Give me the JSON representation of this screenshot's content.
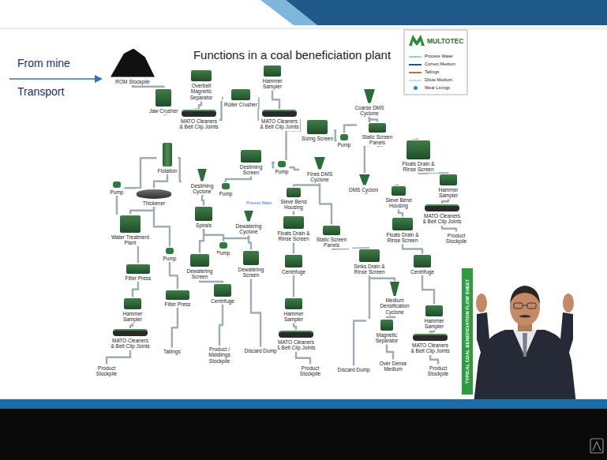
{
  "diagram": {
    "title": "Functions in a coal beneficiation plant",
    "nodes": [
      {
        "text": [
          "ROM Stockpile"
        ]
      },
      {
        "text": [
          "Jaw Crusher"
        ]
      },
      {
        "text": [
          "Overbelt Magnetic Separator"
        ]
      },
      {
        "text": [
          "MATO Cleaners & Belt Clip Joints"
        ]
      },
      {
        "text": [
          "Roller Crusher"
        ]
      },
      {
        "text": [
          "Hammer Sampler"
        ]
      },
      {
        "text": [
          "MATO Cleaners & Belt Clip Joints"
        ]
      },
      {
        "text": [
          "Sizing Screen"
        ]
      },
      {
        "text": [
          "Pump"
        ]
      },
      {
        "text": [
          "Coarse DMS Cyclone"
        ]
      },
      {
        "text": [
          "Static Screen Panels"
        ]
      },
      {
        "text": [
          "Floats Drain & Rinse Screen"
        ]
      },
      {
        "text": [
          "Hammer Sampler"
        ]
      },
      {
        "text": [
          "MATO Cleaners & Belt Clip Joints"
        ]
      },
      {
        "text": [
          "Product Stockpile"
        ]
      },
      {
        "text": [
          "Flotation"
        ]
      },
      {
        "text": [
          "Desliming Screen"
        ]
      },
      {
        "text": [
          "Desliming Cyclone"
        ]
      },
      {
        "text": [
          "Pump"
        ]
      },
      {
        "text": [
          "Pump"
        ]
      },
      {
        "text": [
          "Fines DMS Cyclone"
        ]
      },
      {
        "text": [
          "DMS Cyclone"
        ]
      },
      {
        "text": [
          "Pump"
        ]
      },
      {
        "text": [
          "Thickener"
        ]
      },
      {
        "text": [
          "Spirals"
        ]
      },
      {
        "text": [
          "Dewatering Cyclone"
        ]
      },
      {
        "text": [
          "Sieve Bend Housing"
        ]
      },
      {
        "text": [
          "Floats Drain & Rinse Screen"
        ]
      },
      {
        "text": [
          "Sieve Bend Housing"
        ]
      },
      {
        "text": [
          "Floats Drain & Rinse Screen"
        ]
      },
      {
        "text": [
          "Static Screen Panels"
        ]
      },
      {
        "text": [
          "Sinks Drain & Rinse Screen"
        ]
      },
      {
        "text": [
          "Water Treatment Plant"
        ]
      },
      {
        "text": [
          "Pump"
        ]
      },
      {
        "text": [
          "Pump"
        ]
      },
      {
        "text": [
          "Dewatering Screen"
        ]
      },
      {
        "text": [
          "Filter Press"
        ]
      },
      {
        "text": [
          "Dewatering Screen"
        ]
      },
      {
        "text": [
          "Centrifuge"
        ]
      },
      {
        "text": [
          "Centrifuge"
        ]
      },
      {
        "text": [
          "Medium Densification Cyclone"
        ]
      },
      {
        "text": [
          "Centrifuge"
        ]
      },
      {
        "text": [
          "Filter Press"
        ]
      },
      {
        "text": [
          "Hammer Sampler"
        ]
      },
      {
        "text": [
          "Hammer Sampler"
        ]
      },
      {
        "text": [
          "Hammer Sampler"
        ]
      },
      {
        "text": [
          "Magnetic Separator"
        ]
      },
      {
        "text": [
          "MATO Cleaners & Belt Clip Joints"
        ]
      },
      {
        "text": [
          "MATO Cleaners & Belt Clip Joints"
        ]
      },
      {
        "text": [
          "MATO Cleaners & Belt Clip Joints"
        ]
      },
      {
        "text": [
          "Product Stockpile"
        ]
      },
      {
        "text": [
          "Tailings"
        ]
      },
      {
        "text": [
          "Product / Middlings Stockpile"
        ]
      },
      {
        "text": [
          "Discard Dump"
        ]
      },
      {
        "text": [
          "Product Stockpile"
        ]
      },
      {
        "text": [
          "Discard Dump"
        ]
      },
      {
        "text": [
          "Over Dense Medium"
        ]
      },
      {
        "text": [
          "Product Stockpile"
        ]
      }
    ],
    "edges": [
      {
        "from": 0,
        "to": 1,
        "arrow": "none"
      },
      {
        "from": 1,
        "to": 3,
        "arrow": "none"
      },
      {
        "from": 2,
        "to": 3,
        "arrow": "none"
      },
      {
        "from": 3,
        "to": 4,
        "arrow": "none"
      },
      {
        "from": 4,
        "to": 6,
        "arrow": "none"
      },
      {
        "from": 5,
        "to": 6,
        "arrow": "none"
      },
      {
        "from": 6,
        "to": 7,
        "arrow": "none"
      },
      {
        "from": 7,
        "to": 8,
        "arrow": "none"
      },
      {
        "from": 8,
        "to": 9,
        "arrow": "none"
      },
      {
        "from": 9,
        "to": 10,
        "arrow": "none"
      },
      {
        "from": 10,
        "to": 11,
        "arrow": "none"
      },
      {
        "from": 11,
        "to": 12,
        "arrow": "none"
      },
      {
        "from": 12,
        "to": 13,
        "arrow": "none"
      },
      {
        "from": 13,
        "to": 14,
        "arrow": "none"
      },
      {
        "from": 7,
        "to": 16,
        "arrow": "none"
      },
      {
        "from": 16,
        "to": 19,
        "arrow": "none"
      },
      {
        "from": 19,
        "to": 20,
        "arrow": "none"
      },
      {
        "from": 16,
        "to": 18,
        "arrow": "none"
      },
      {
        "from": 18,
        "to": 17,
        "arrow": "none"
      },
      {
        "from": 17,
        "to": 15,
        "arrow": "none"
      },
      {
        "from": 17,
        "to": 24,
        "arrow": "none"
      },
      {
        "from": 15,
        "to": 22,
        "arrow": "none"
      },
      {
        "from": 22,
        "to": 36,
        "arrow": "none"
      },
      {
        "from": 15,
        "to": 23,
        "arrow": "none"
      },
      {
        "from": 23,
        "to": 32,
        "arrow": "none"
      },
      {
        "from": 23,
        "to": 34,
        "arrow": "none"
      },
      {
        "from": 34,
        "to": 42,
        "arrow": "none"
      },
      {
        "from": 36,
        "to": 43,
        "arrow": "none"
      },
      {
        "from": 43,
        "to": 47,
        "arrow": "none"
      },
      {
        "from": 47,
        "to": 50,
        "arrow": "none"
      },
      {
        "from": 42,
        "to": 51,
        "arrow": "none"
      },
      {
        "from": 24,
        "to": 33,
        "arrow": "none"
      },
      {
        "from": 33,
        "to": 25,
        "arrow": "none"
      },
      {
        "from": 24,
        "to": 35,
        "arrow": "none"
      },
      {
        "from": 35,
        "to": 41,
        "arrow": "none"
      },
      {
        "from": 41,
        "to": 52,
        "arrow": "none"
      },
      {
        "from": 25,
        "to": 37,
        "arrow": "none"
      },
      {
        "from": 37,
        "to": 53,
        "arrow": "none"
      },
      {
        "from": 9,
        "to": 21,
        "arrow": "none"
      },
      {
        "from": 20,
        "to": 26,
        "arrow": "none"
      },
      {
        "from": 26,
        "to": 27,
        "arrow": "none"
      },
      {
        "from": 27,
        "to": 38,
        "arrow": "none"
      },
      {
        "from": 38,
        "to": 44,
        "arrow": "none"
      },
      {
        "from": 44,
        "to": 48,
        "arrow": "none"
      },
      {
        "from": 48,
        "to": 54,
        "arrow": "none"
      },
      {
        "from": 20,
        "to": 30,
        "arrow": "none"
      },
      {
        "from": 30,
        "to": 31,
        "arrow": "none"
      },
      {
        "from": 31,
        "to": 55,
        "arrow": "none"
      },
      {
        "from": 21,
        "to": 28,
        "arrow": "none"
      },
      {
        "from": 28,
        "to": 29,
        "arrow": "none"
      },
      {
        "from": 29,
        "to": 39,
        "arrow": "none"
      },
      {
        "from": 39,
        "to": 45,
        "arrow": "none"
      },
      {
        "from": 45,
        "to": 49,
        "arrow": "none"
      },
      {
        "from": 49,
        "to": 57,
        "arrow": "none"
      },
      {
        "from": 31,
        "to": 40,
        "arrow": "none"
      },
      {
        "from": 40,
        "to": 46,
        "arrow": "none"
      },
      {
        "from": 46,
        "to": 56,
        "arrow": "none"
      }
    ],
    "labels": [
      "From mine",
      "Transport",
      "MULTOTEC",
      "Process Water",
      "TYPICAL COAL BENEFICIATION FLOW SHEET"
    ],
    "legend": [
      {
        "text": "Process Water"
      },
      {
        "text": "Correct Medium"
      },
      {
        "text": "Tailings"
      },
      {
        "text": "Dilute Medium"
      },
      {
        "text": "Wear Linings"
      }
    ]
  }
}
